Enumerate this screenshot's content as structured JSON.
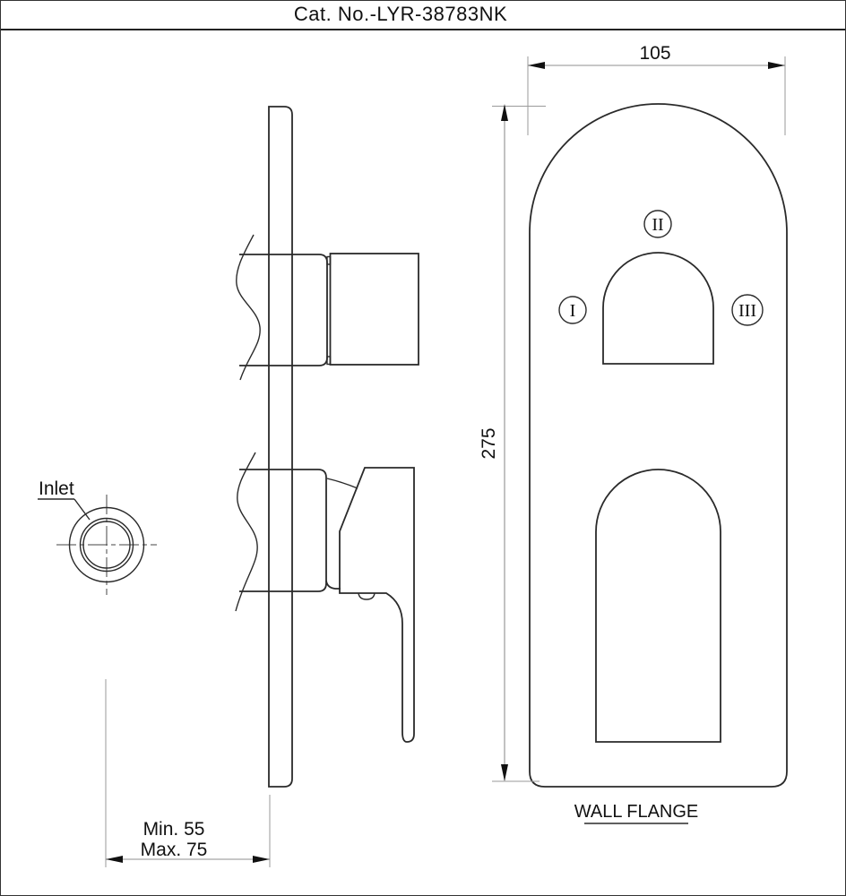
{
  "page": {
    "title": "Cat. No.-LYR-38783NK"
  },
  "side_view": {
    "inlet": {
      "label": "Inlet"
    },
    "depth_dimension": {
      "min": "Min. 55",
      "max": "Max. 75"
    }
  },
  "front_view": {
    "label": "WALL FLANGE",
    "width_dimension": "105",
    "height_dimension": "275",
    "position_markers": [
      {
        "numeral": "I"
      },
      {
        "numeral": "II"
      },
      {
        "numeral": "III"
      }
    ]
  },
  "colors": {
    "object_line": "#2a2a2a",
    "dimension_line": "#8f8f8f",
    "text": "#111111",
    "background": "#ffffff"
  }
}
